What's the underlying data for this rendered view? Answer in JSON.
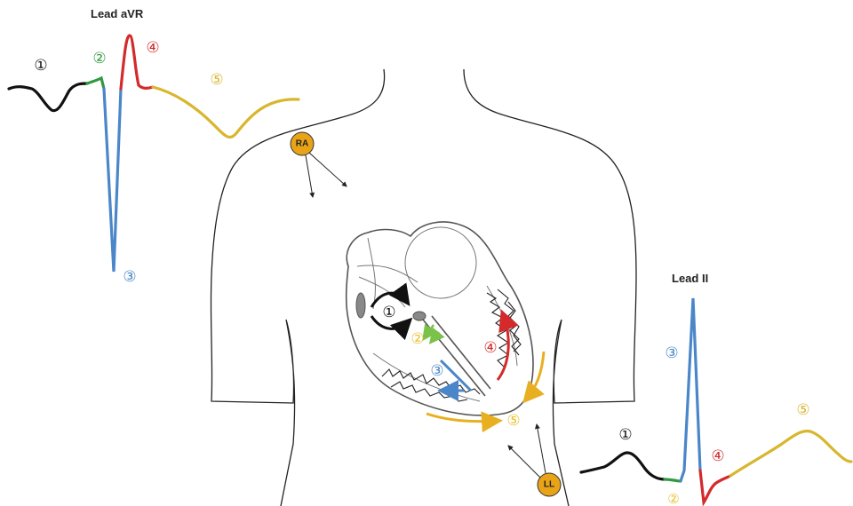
{
  "leads": {
    "avr": {
      "title": "Lead aVR"
    },
    "ii": {
      "title": "Lead II"
    }
  },
  "electrodes": {
    "ra": "RA",
    "ll": "LL"
  },
  "markers": {
    "m1": "①",
    "m2": "②",
    "m3": "③",
    "m4": "④",
    "m5": "⑤"
  },
  "colors": {
    "segment_1": "#111111",
    "segment_2": "#2e9a3e",
    "segment_3": "#4a86c8",
    "segment_4": "#d42a2a",
    "segment_5": "#d8b62e",
    "marker_2": "#e8c230",
    "electrode_fill": "#e8a317"
  }
}
